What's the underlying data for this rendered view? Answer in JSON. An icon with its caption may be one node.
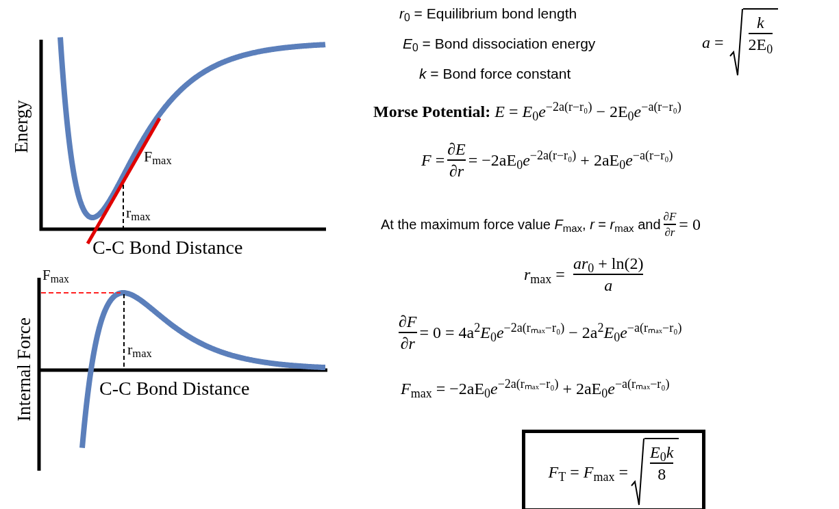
{
  "diagram": {
    "nodes": [
      {
        "text": [
          "*F*$_{T}$ = *F*$_{max}$ =",
          "*E*$_{0}$*k*",
          "8"
        ]
      }
    ],
    "edges": [],
    "labels": [
      "Energy",
      "F$_{max}$",
      "r$_{max}$",
      "C-C Bond Distance",
      "F$_{max}$",
      "Internal Force",
      "r$_{max}$",
      "C-C Bond Distance",
      "*r*$_{0}$ = Equilibrium bond length",
      "*E*$_{0}$ = Bond dissociation energy",
      "*k* = Bond force constant",
      "*a* =",
      "*k*",
      "2E$_{0}$",
      "**Morse Potential:** *E* = *E*$_{0}$*e*$^{−2a(r−r₀)}$ − 2E$_{0}$*e*$^{−a(r−r₀)}$",
      "*F* =",
      "∂*E*",
      "∂*r*",
      "= −2aE$_{0}$*e*$^{−2a(r−r₀)}$ + 2aE$_{0}$*e*$^{−a(r−r₀)}$",
      "At the maximum force value *F*$_{max}$, *r* = *r*$_{max}$ and",
      "∂*F*",
      "∂*r*",
      "= 0",
      "*r*$_{max}$ =",
      "*ar*$_{0}$ + ln(2)",
      "*a*",
      "∂*F*",
      "∂*r*",
      "= 0 = 4a$^{2}$*E*$_{0}$*e*$^{−2a(rₘₐₓ−r₀)}$ − 2a$^{2}$*E*$_{0}$*e*$^{−a(rₘₐₓ−r₀)}$",
      "*F*$_{max}$ = −2aE$_{0}$*e*$^{−2a(rₘₐₓ−r₀)}$ + 2aE$_{0}$*e*$^{−a(rₘₐₓ−r₀)}$"
    ]
  }
}
